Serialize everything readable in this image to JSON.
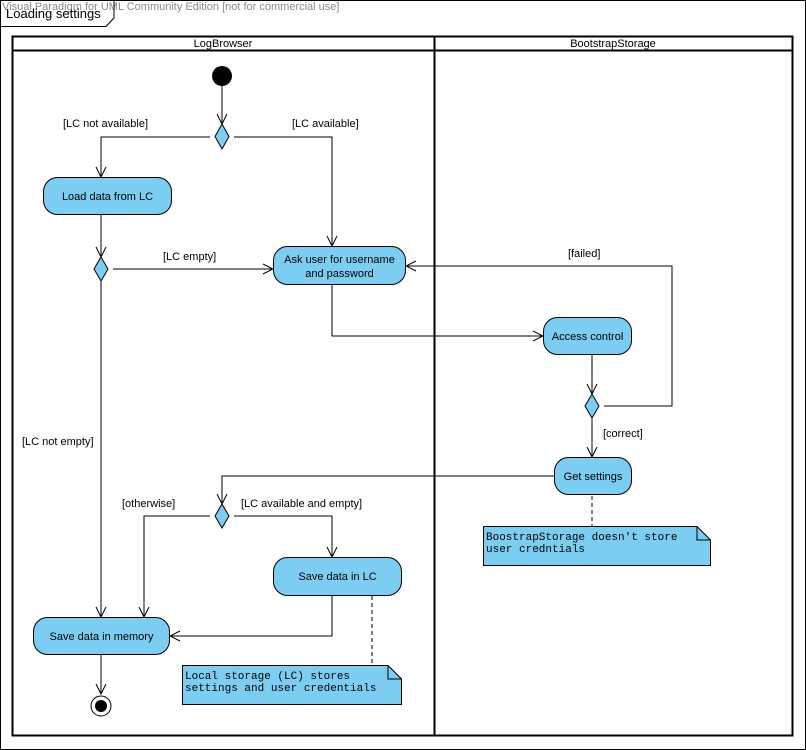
{
  "watermark": "Visual Paradigm for UML Community Edition [not for commercial use]",
  "frame_title": "Loading settings",
  "lanes": {
    "left": "LogBrowser",
    "right": "BootstrapStorage"
  },
  "nodes": {
    "load_lc": "Load data from LC",
    "ask_user": [
      "Ask user for username",
      "and password"
    ],
    "access_control": "Access control",
    "get_settings": "Get settings",
    "save_lc": "Save data in LC",
    "save_memory": "Save data in memory"
  },
  "guards": {
    "lc_not_available": "[LC not available]",
    "lc_available": "[LC available]",
    "lc_empty": "[LC empty]",
    "lc_not_empty": "[LC not empty]",
    "failed": "[failed]",
    "correct": "[correct]",
    "otherwise": "[otherwise]",
    "lc_available_and_empty": "[LC available and empty]"
  },
  "notes": {
    "bootstrap": [
      "BoostrapStorage doesn't store",
      "user credntials"
    ],
    "local": [
      "Local storage (LC) stores",
      "settings and user credentials"
    ]
  },
  "colors": {
    "node_fill": "#7ccdf2",
    "note_fill": "#7ccdf2",
    "stroke": "#000000",
    "background": "#ffffff"
  }
}
